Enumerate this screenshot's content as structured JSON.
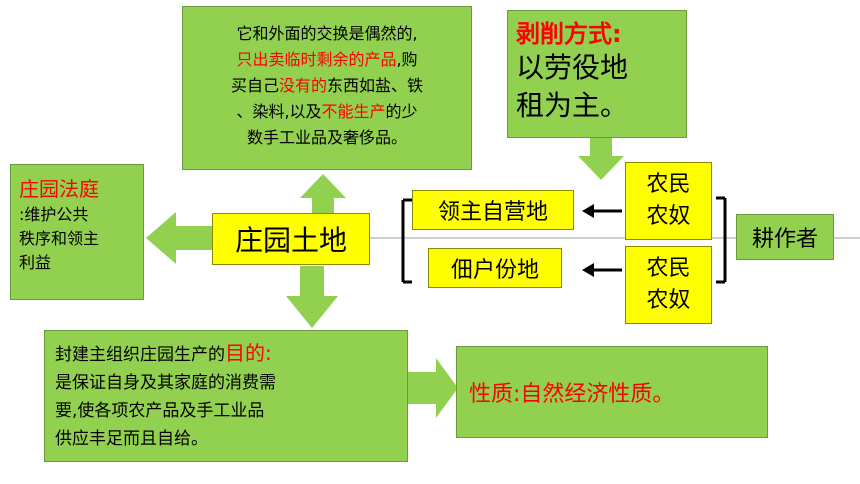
{
  "colors": {
    "box_green": "#92d050",
    "box_yellow": "#ffff00",
    "arrow_green": "#92d050",
    "emphasis_red": "#ff0000"
  },
  "exchange_box": {
    "line1": "它和外面的交换是偶然的,",
    "line2_red": "只出卖临时剩余的产品",
    "line2_rest": ",购",
    "line3_pre": "买自己",
    "line3_red": "没有的",
    "line3_rest": "东西如盐、铁",
    "line4_pre": "、染料,以及",
    "line4_red": "不能生产",
    "line4_rest": "的少",
    "line5": "数手工业品及奢侈品。"
  },
  "exploit_box": {
    "title": "剥削方式:",
    "line1": "以劳役地",
    "line2": "租为主。"
  },
  "court_box": {
    "title": "庄园法庭",
    "line1": ":维护公共",
    "line2": "秩序和领主",
    "line3": "利益"
  },
  "manor_land": "庄园土地",
  "demesne": "领主自营地",
  "tenant_land": "佃户份地",
  "farmers_top": {
    "line1": "农民",
    "line2": "农奴"
  },
  "farmers_bottom": {
    "line1": "农民",
    "line2": "农奴"
  },
  "cultivators": "耕作者",
  "purpose_box": {
    "line1_pre": "封建主组织庄园生产的",
    "line1_red": "目的:",
    "line2": "是保证自身及其家庭的消费需",
    "line3": "要,使各项农产品及手工业品",
    "line4": "供应丰足而且自给。"
  },
  "nature_box": "性质:自然经济性质。"
}
